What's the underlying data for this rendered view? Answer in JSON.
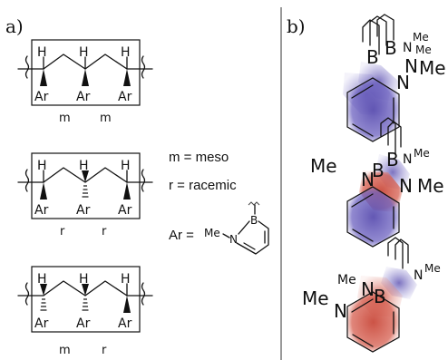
{
  "panels": {
    "a_label": "a)",
    "b_label": "b)"
  },
  "chain_atoms": {
    "H": "H",
    "Ar": "Ar"
  },
  "tacticity": {
    "top": [
      "m",
      "m"
    ],
    "middle": [
      "r",
      "r"
    ],
    "bottom": [
      "m",
      "r"
    ]
  },
  "legend": {
    "meso": "m = meso",
    "racemic": "r = racemic",
    "ar_prefix": "Ar =",
    "me": "Me",
    "n": "N",
    "b": "B"
  },
  "panel_b": {
    "me": "Me",
    "n": "N",
    "b": "B"
  },
  "colors": {
    "blue": "#5b4fb0",
    "red": "#c94a3c"
  }
}
